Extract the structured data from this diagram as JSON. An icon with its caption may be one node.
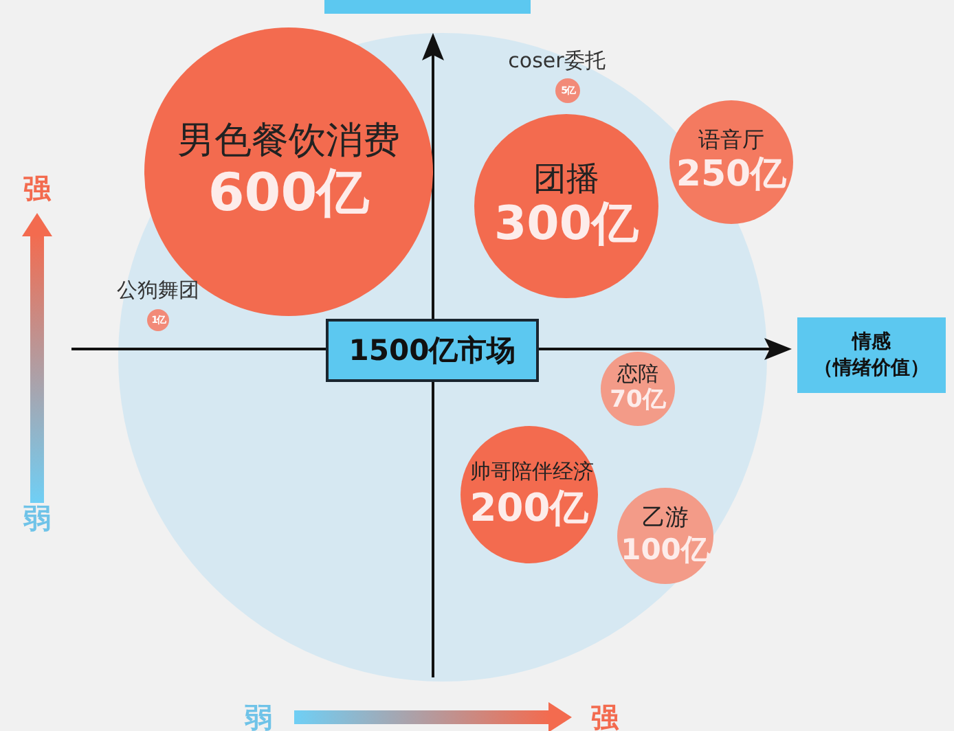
{
  "diagram": {
    "nodes": [
      {
        "text": [
          "男色餐饮消费",
          "600亿"
        ]
      },
      {
        "text": [
          "coser委托",
          "5亿"
        ]
      },
      {
        "text": [
          "语音厅",
          "250亿"
        ]
      },
      {
        "text": [
          "团播",
          "300亿"
        ]
      },
      {
        "text": [
          "公狗舞团",
          "1亿"
        ]
      },
      {
        "text": [
          "1500亿市场"
        ]
      },
      {
        "text": [
          "情感",
          "（情绪价值）"
        ]
      },
      {
        "text": [
          "恋陪",
          "70亿"
        ]
      },
      {
        "text": [
          "帅哥陪伴经济",
          "200亿"
        ]
      },
      {
        "text": [
          "乙游",
          "100亿"
        ]
      }
    ],
    "labels": [
      "强",
      "弱",
      "弱",
      "强"
    ]
  }
}
